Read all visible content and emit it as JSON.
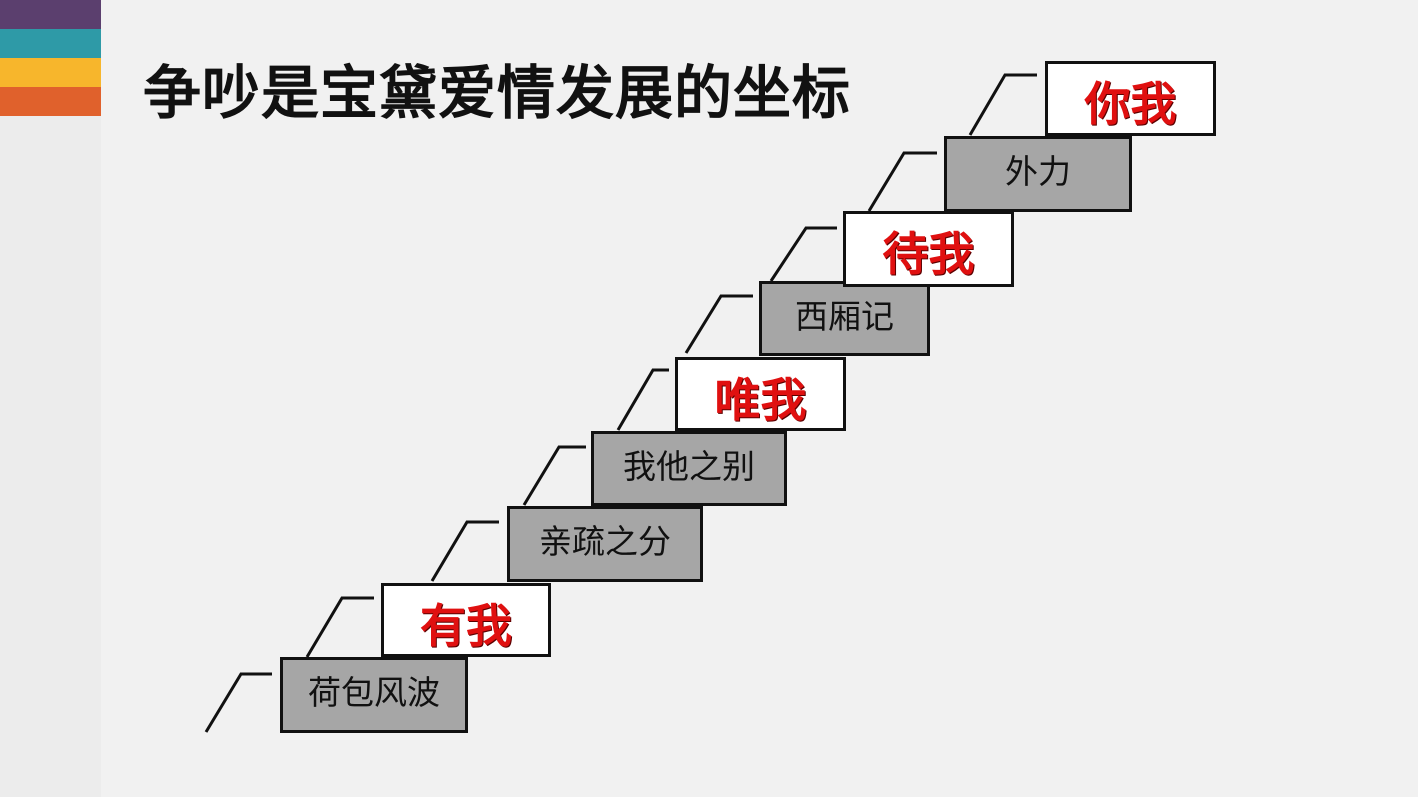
{
  "title": "争吵是宝黛爱情发展的坐标",
  "colors": {
    "stripes": [
      "#5b3f6e",
      "#2e9aa7",
      "#f7b62c",
      "#e0612c"
    ],
    "step_text_red": "#e01010",
    "step_fill_gray": "#a6a6a6"
  },
  "steps": [
    {
      "label": "荷包风波",
      "style": "gray"
    },
    {
      "label": "有我",
      "style": "white"
    },
    {
      "label": "亲疏之分",
      "style": "gray"
    },
    {
      "label": "我他之别",
      "style": "gray"
    },
    {
      "label": "唯我",
      "style": "white"
    },
    {
      "label": "西厢记",
      "style": "gray"
    },
    {
      "label": "待我",
      "style": "white"
    },
    {
      "label": "外力",
      "style": "gray"
    },
    {
      "label": "你我",
      "style": "white"
    }
  ]
}
